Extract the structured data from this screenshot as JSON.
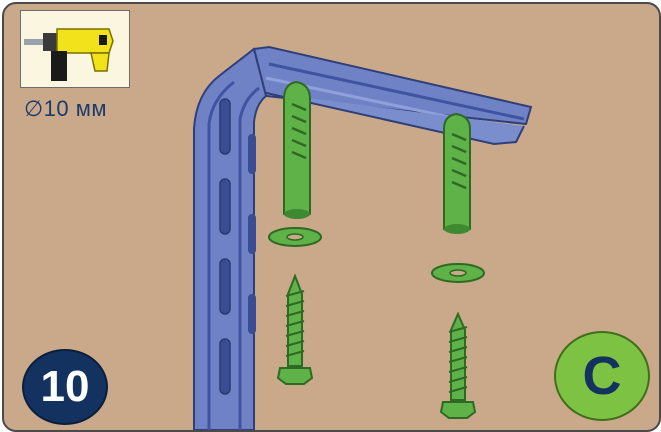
{
  "tool": {
    "icon": "drill-icon",
    "drill_size": "∅10 мм"
  },
  "step": {
    "number": "10"
  },
  "part": {
    "letter": "C"
  },
  "colors": {
    "background": "#c9a98a",
    "bracket": "#6f82c5",
    "hardware": "#5fb248",
    "badge_dark": "#13325f",
    "badge_green": "#7dc242"
  }
}
